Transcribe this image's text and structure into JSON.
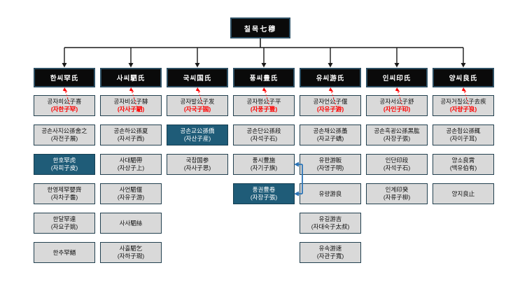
{
  "title": "칠목七穆",
  "colors": {
    "node_black": "#0a0a0a",
    "node_gray": "#d9d9d9",
    "node_teal": "#1f5c78",
    "cell_border": "#22404f",
    "red_accent": "#ff0000",
    "blue_connector": "#2e75b6",
    "tree_line": "#1a1a1a"
  },
  "columns": [
    {
      "header": "한씨罕氏",
      "cells": [
        {
          "name": "공자희公子喜",
          "courtesy": "(자한子罕)",
          "courtesy_red": true,
          "dark": false
        },
        {
          "name": "공손사지公孫舍之",
          "courtesy": "(자전子展)",
          "courtesy_red": false,
          "dark": false
        },
        {
          "name": "한호罕虎",
          "courtesy": "(자피子皮)",
          "courtesy_red": false,
          "dark": true
        },
        {
          "name": "한영제罕嬰齊",
          "courtesy": "(자차子齹)",
          "courtesy_red": false,
          "dark": false
        },
        {
          "name": "한달罕達",
          "courtesy": "(자요子姚)",
          "courtesy_red": false,
          "dark": false
        },
        {
          "name": "한추罕鰌",
          "courtesy": "",
          "courtesy_red": false,
          "dark": false
        }
      ]
    },
    {
      "header": "사씨駟氏",
      "cells": [
        {
          "name": "공자비公子騑",
          "courtesy": "(자사子駟)",
          "courtesy_red": true,
          "dark": false
        },
        {
          "name": "공손하公孫夏",
          "courtesy": "(자서子西)",
          "courtesy_red": false,
          "dark": false
        },
        {
          "name": "사대駟帶",
          "courtesy": "(자상子上)",
          "courtesy_red": false,
          "dark": false
        },
        {
          "name": "사언駟偃",
          "courtesy": "(자유子游)",
          "courtesy_red": false,
          "dark": false
        },
        {
          "name": "사사駟絲",
          "courtesy": "",
          "courtesy_red": false,
          "dark": false
        },
        {
          "name": "사흘駟乞",
          "courtesy": "(자하子瑕)",
          "courtesy_red": false,
          "dark": false
        }
      ]
    },
    {
      "header": "국씨国氏",
      "cells": [
        {
          "name": "공자발公子发",
          "courtesy": "(자국子国)",
          "courtesy_red": true,
          "dark": false
        },
        {
          "name": "공손교公孫僑",
          "courtesy": "(자산子産)",
          "courtesy_red": false,
          "dark": true
        },
        {
          "name": "국참国参",
          "courtesy": "(자사子思)",
          "courtesy_red": false,
          "dark": false
        }
      ]
    },
    {
      "header": "풍씨豊氏",
      "cells": [
        {
          "name": "공자평公子平",
          "courtesy": "(자풍子豊)",
          "courtesy_red": true,
          "dark": false
        },
        {
          "name": "공손단公孫段",
          "courtesy": "(자석子石)",
          "courtesy_red": false,
          "dark": false
        },
        {
          "name": "풍시豊施",
          "courtesy": "(자기子旗)",
          "courtesy_red": false,
          "dark": false
        },
        {
          "name": "풍권豊卷",
          "courtesy": "(자장子張)",
          "courtesy_red": false,
          "dark": true
        }
      ]
    },
    {
      "header": "유씨游氏",
      "cells": [
        {
          "name": "공자언公子偃",
          "courtesy": "(자유子游)",
          "courtesy_red": true,
          "dark": false
        },
        {
          "name": "공손채公孫蠆",
          "courtesy": "(자교子蟜)",
          "courtesy_red": false,
          "dark": false
        },
        {
          "name": "유판游眅",
          "courtesy": "(자명子明)",
          "courtesy_red": false,
          "dark": false
        },
        {
          "name": "유량游良",
          "courtesy": "",
          "courtesy_red": false,
          "dark": false
        },
        {
          "name": "유길游吉",
          "courtesy": "(자대숙子太叔)",
          "courtesy_red": false,
          "dark": false
        },
        {
          "name": "유속游速",
          "courtesy": "(자관子寬)",
          "courtesy_red": false,
          "dark": false
        }
      ]
    },
    {
      "header": "인씨印氏",
      "cells": [
        {
          "name": "공자서公子舒",
          "courtesy": "(자인子印)",
          "courtesy_red": true,
          "dark": false
        },
        {
          "name": "공손흑굉公孫黑肱",
          "courtesy": "(자장子張)",
          "courtesy_red": false,
          "dark": false
        },
        {
          "name": "인단印段",
          "courtesy": "(자석子石)",
          "courtesy_red": false,
          "dark": false
        },
        {
          "name": "인계印癸",
          "courtesy": "(자류子柳)",
          "courtesy_red": false,
          "dark": false
        }
      ]
    },
    {
      "header": "양씨良氏",
      "cells": [
        {
          "name": "공자거질公子去疾",
          "courtesy": "(자량子良)",
          "courtesy_red": true,
          "dark": false
        },
        {
          "name": "공손첩公孫輒",
          "courtesy": "(자이子耳)",
          "courtesy_red": false,
          "dark": false
        },
        {
          "name": "양소良霄",
          "courtesy": "(백유伯有)",
          "courtesy_red": false,
          "dark": false
        },
        {
          "name": "양지良止",
          "courtesy": "",
          "courtesy_red": false,
          "dark": false
        }
      ]
    }
  ],
  "special_links": [
    {
      "type": "blue-bracket",
      "column": 3,
      "from_row": 2,
      "to_row": 3,
      "note": "풍시豊施-풍권豊卷"
    }
  ]
}
